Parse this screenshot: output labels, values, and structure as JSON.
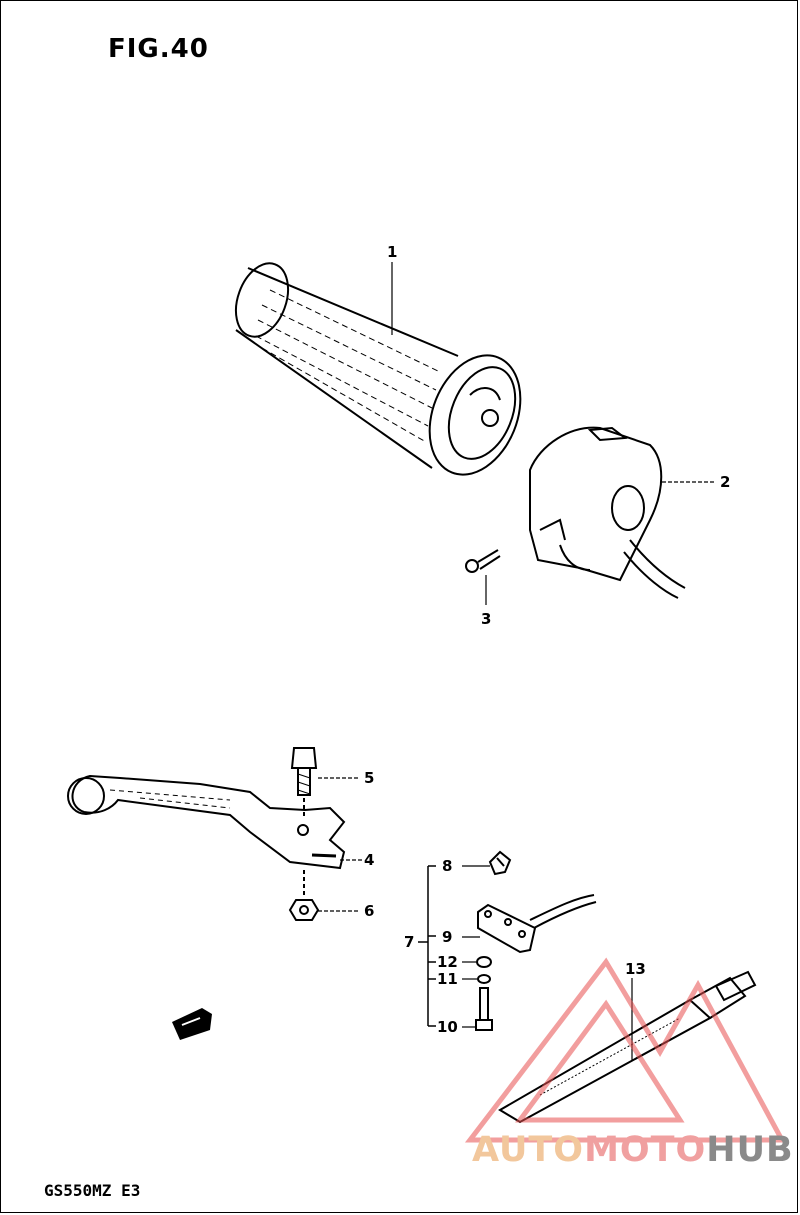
{
  "figure": {
    "title": "FIG.40",
    "model_code": "GS550MZ E3"
  },
  "callouts": [
    "1",
    "2",
    "3",
    "4",
    "5",
    "6",
    "7",
    "8",
    "9",
    "10",
    "11",
    "12",
    "13"
  ],
  "watermark": {
    "part1": "AUTO",
    "part2": "MOTO",
    "part3": "HUB",
    "colors": {
      "auto": "#f2c79c",
      "moto": "#f0a0a0",
      "hub": "#8a8a8a",
      "triangle": "#e85050"
    }
  },
  "arrow_mark": "FWD",
  "colors": {
    "ink": "#000000",
    "background": "#ffffff"
  }
}
